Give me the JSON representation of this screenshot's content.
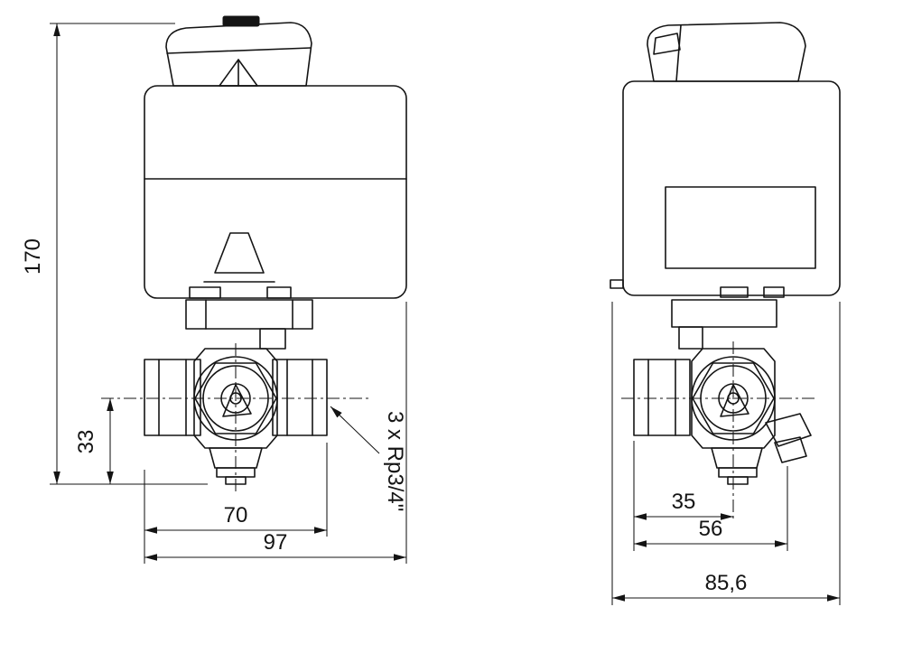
{
  "drawing": {
    "front_view": {
      "dim_height_total": "170",
      "dim_port_center_height": "33",
      "dim_port_span": "70",
      "dim_body_width": "97",
      "note_thread": "3 x Rp3/4\""
    },
    "side_view": {
      "dim_center_offset": "35",
      "dim_port_depth": "56",
      "dim_body_depth": "85,6"
    }
  }
}
